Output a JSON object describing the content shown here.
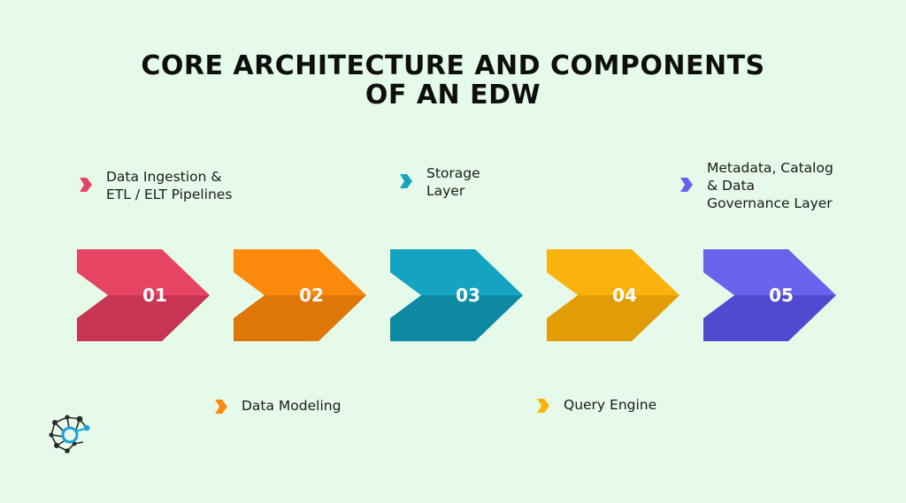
{
  "title": {
    "line1": "CORE ARCHITECTURE AND COMPONENTS",
    "line2": "OF AN EDW"
  },
  "steps": [
    {
      "number": "01",
      "label": "Data Ingestion &\nETL / ELT Pipelines",
      "color_top": "#e54563",
      "color_bottom": "#c73552"
    },
    {
      "number": "02",
      "label": "Data Modeling",
      "color_top": "#fb8a0c",
      "color_bottom": "#de7608"
    },
    {
      "number": "03",
      "label": "Storage\nLayer",
      "color_top": "#14a3c0",
      "color_bottom": "#0e89a2"
    },
    {
      "number": "04",
      "label": "Query Engine",
      "color_top": "#fbb20c",
      "color_bottom": "#e29c06"
    },
    {
      "number": "05",
      "label": "Metadata, Catalog\n& Data\nGovernance Layer",
      "color_top": "#6a62ec",
      "color_bottom": "#5149d0"
    }
  ],
  "colors": {
    "background": "#e5fae8",
    "title": "#0e0e0e",
    "text": "#1a1a1a"
  },
  "logo": {
    "icon": "network-brain-logo-icon"
  }
}
